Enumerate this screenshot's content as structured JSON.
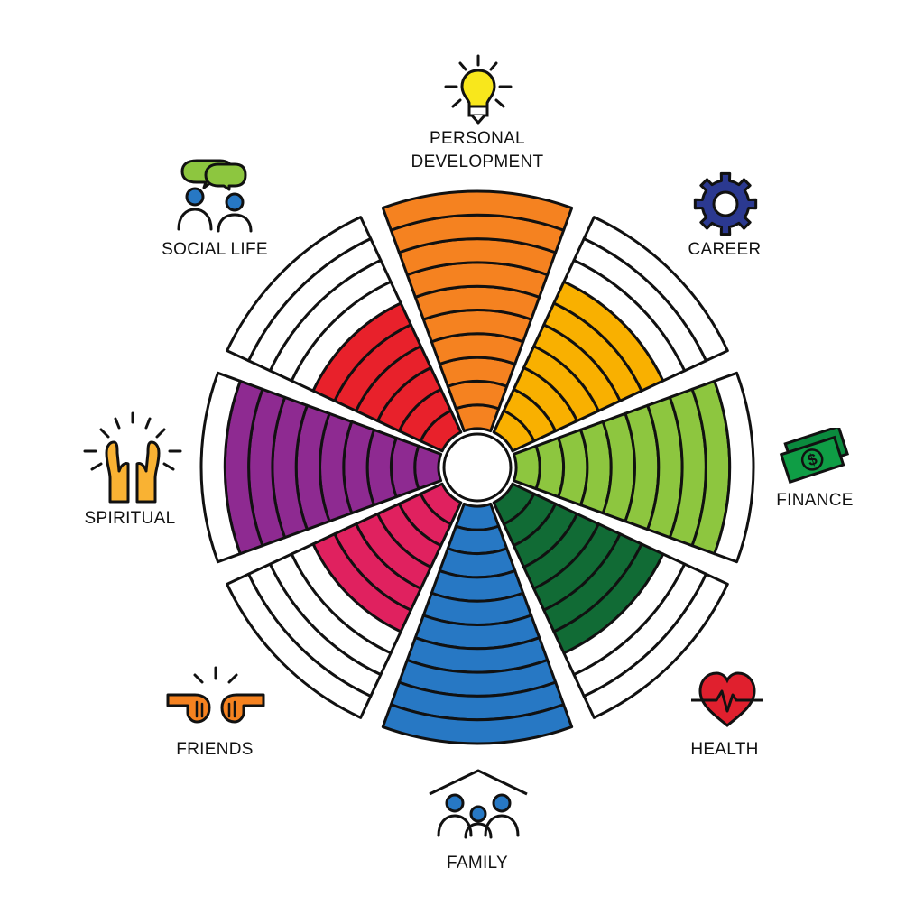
{
  "wheel": {
    "rings": 10,
    "categories": [
      {
        "key": "personal_development",
        "lines": [
          "PERSONAL",
          "DEVELOPMENT"
        ],
        "score": 10,
        "color": "#f58220",
        "icon": "lightbulb-icon"
      },
      {
        "key": "career",
        "lines": [
          "CAREER"
        ],
        "score": 7,
        "color": "#f9b000",
        "icon": "gear-icon"
      },
      {
        "key": "finance",
        "lines": [
          "FINANCE"
        ],
        "score": 9,
        "color": "#8dc63f",
        "icon": "money-icon"
      },
      {
        "key": "health",
        "lines": [
          "HEALTH"
        ],
        "score": 7,
        "color": "#116b35",
        "icon": "heart-icon"
      },
      {
        "key": "family",
        "lines": [
          "FAMILY"
        ],
        "score": 10,
        "color": "#2778c4",
        "icon": "family-icon"
      },
      {
        "key": "friends",
        "lines": [
          "FRIENDS"
        ],
        "score": 6,
        "color": "#e0215f",
        "icon": "fist-bump-icon"
      },
      {
        "key": "spiritual",
        "lines": [
          "SPIRITUAL"
        ],
        "score": 9,
        "color": "#8e2a91",
        "icon": "praying-hands-icon"
      },
      {
        "key": "social_life",
        "lines": [
          "SOCIAL LIFE"
        ],
        "score": 6,
        "color": "#e8212b",
        "icon": "chat-people-icon"
      }
    ]
  }
}
